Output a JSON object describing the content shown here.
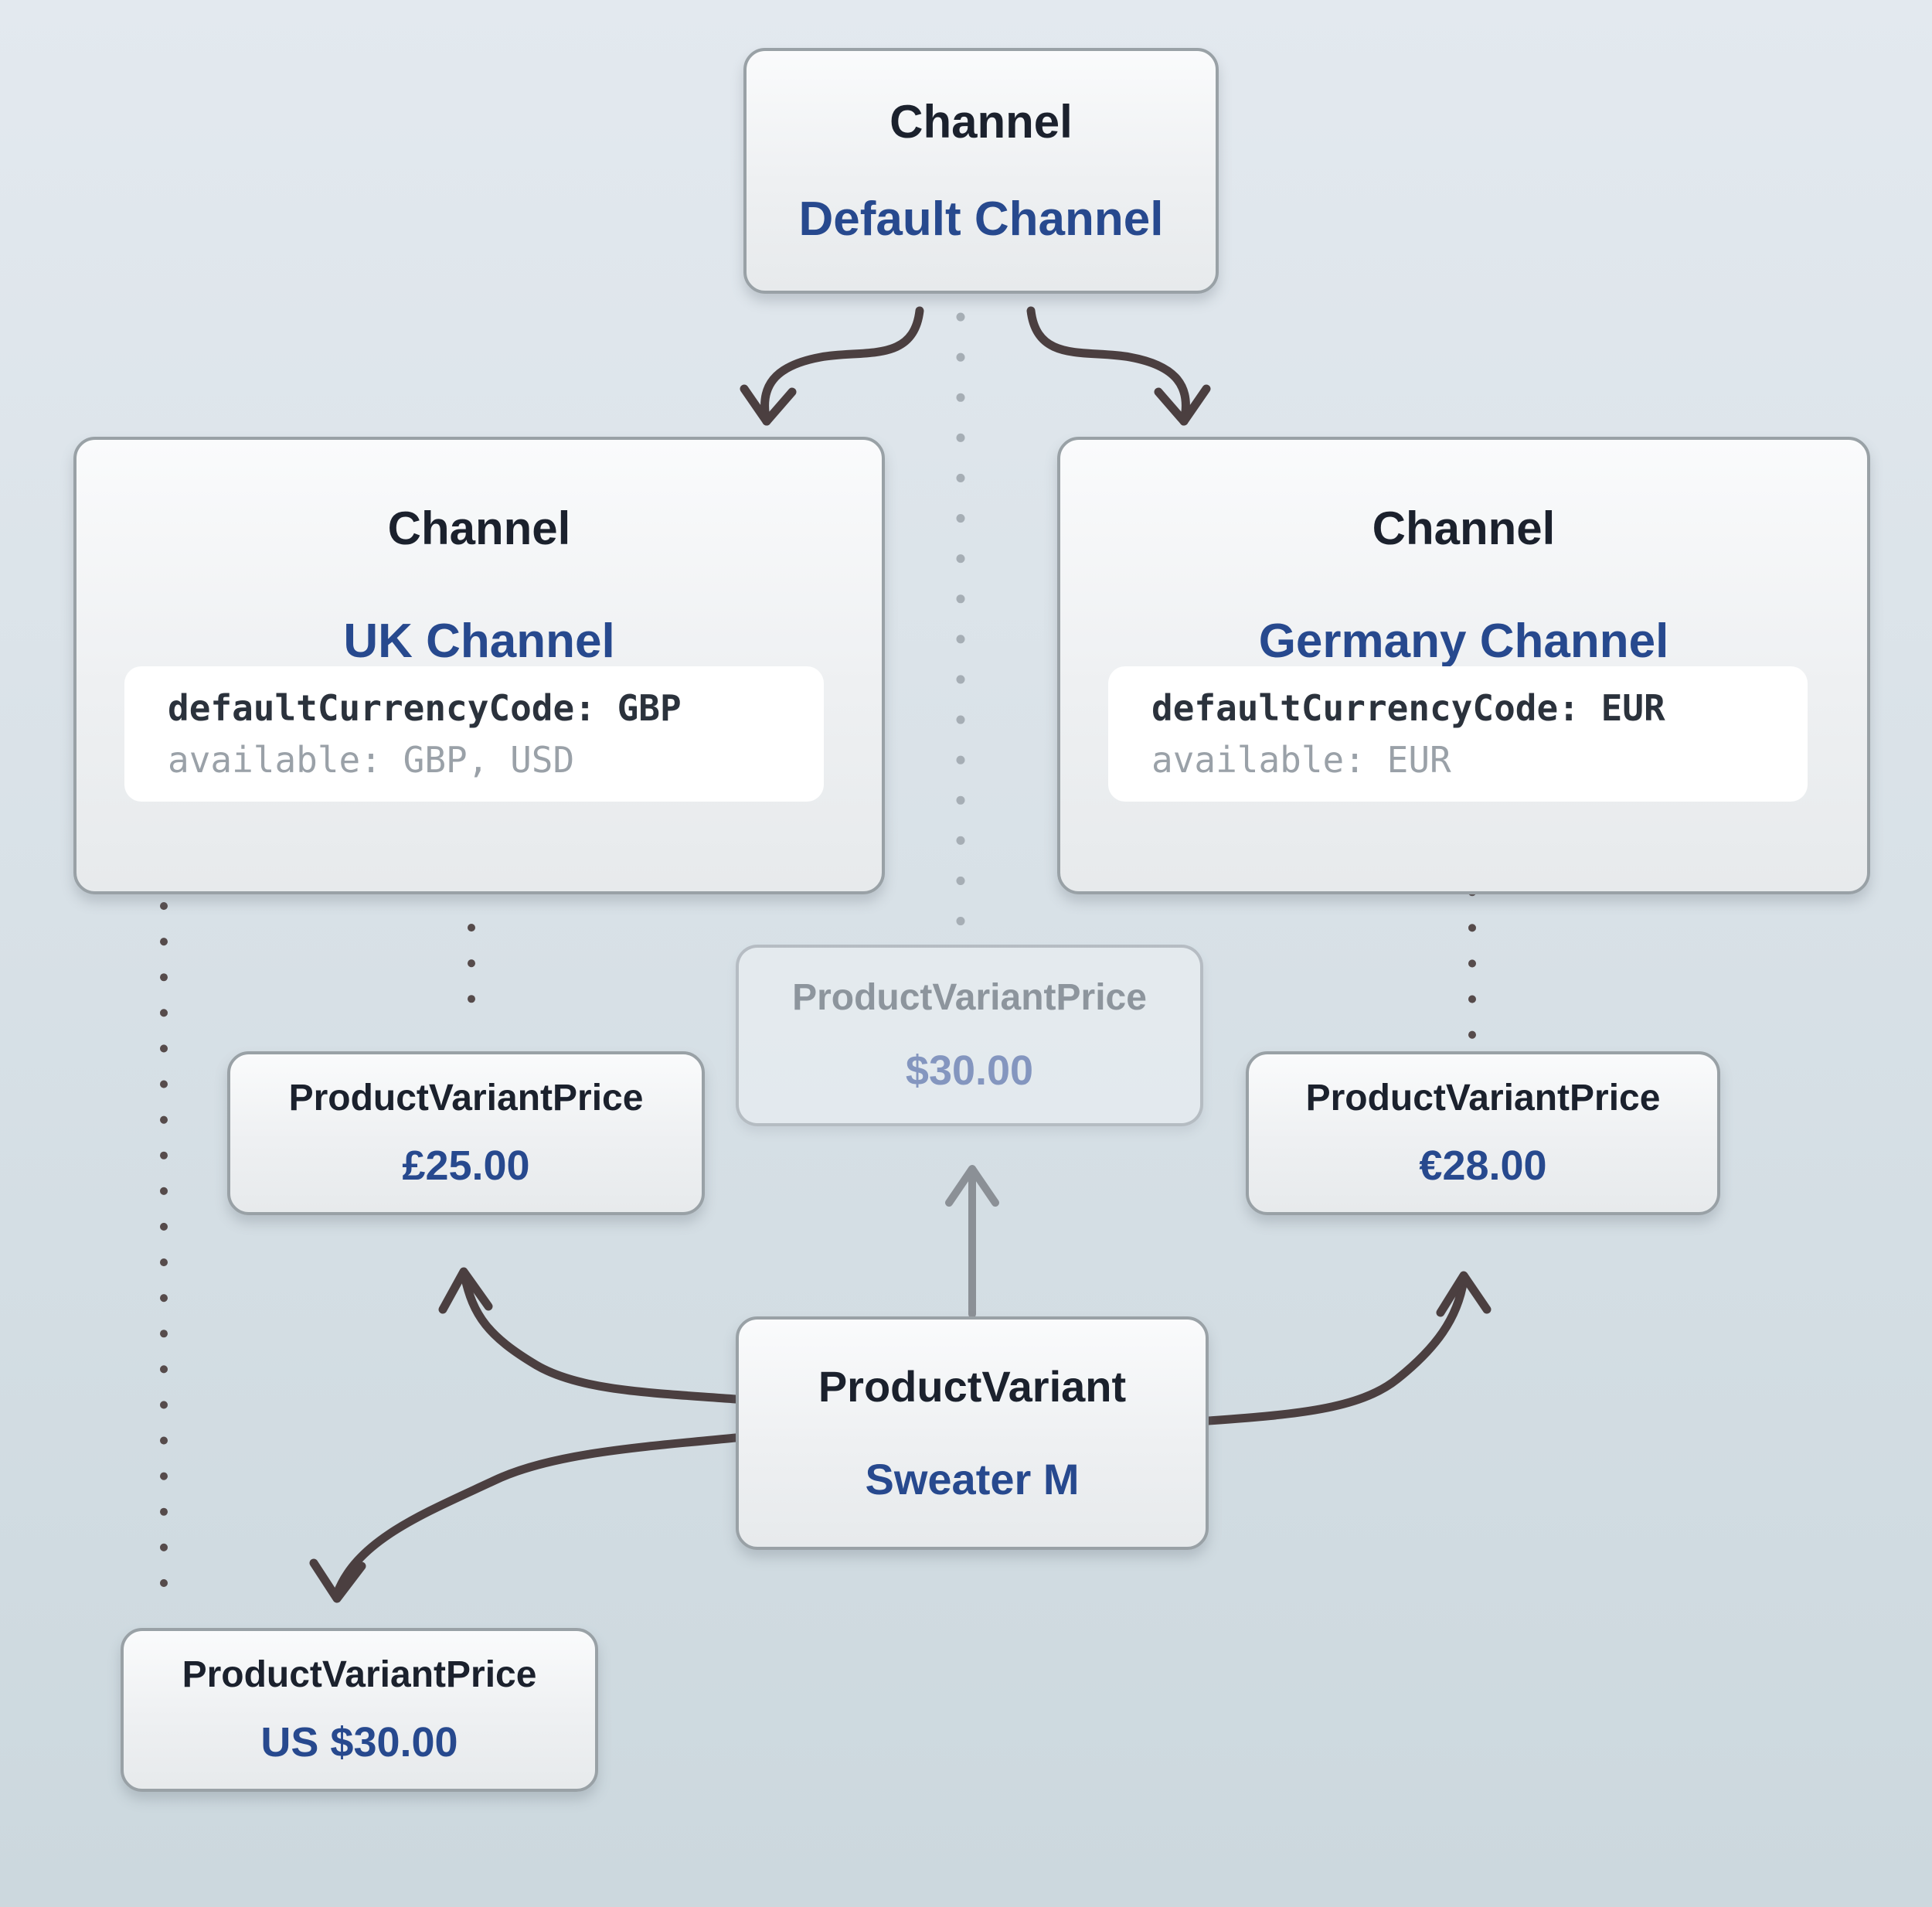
{
  "colors": {
    "accent_blue": "#27498e",
    "heading_dark": "#1b212d",
    "code_dark": "#2b323c",
    "code_gray": "#9aa1a8",
    "faded_heading": "#8d959d",
    "faded_value": "#8496bf",
    "arrow_dark": "#4b3f40",
    "arrow_gray": "#8b9096",
    "dot_light": "#a6aeb5",
    "dot_dark": "#564b4b",
    "node_border": "#99a1a6",
    "bg_top": "#e3e9ef",
    "bg_bottom": "#ccd8de"
  },
  "nodes": {
    "default_channel": {
      "type_label": "Channel",
      "name": "Default Channel"
    },
    "uk_channel": {
      "type_label": "Channel",
      "name": "UK Channel",
      "code": {
        "line1": "defaultCurrencyCode: GBP",
        "line2": "available: GBP, USD"
      }
    },
    "germany_channel": {
      "type_label": "Channel",
      "name": "Germany Channel",
      "code": {
        "line1": "defaultCurrencyCode: EUR",
        "line2": "available: EUR"
      }
    },
    "default_price": {
      "type_label": "ProductVariantPrice",
      "value": "$30.00"
    },
    "uk_price": {
      "type_label": "ProductVariantPrice",
      "value": "£25.00"
    },
    "germany_price": {
      "type_label": "ProductVariantPrice",
      "value": "€28.00"
    },
    "usd_price": {
      "type_label": "ProductVariantPrice",
      "value": "US $30.00"
    },
    "product_variant": {
      "type_label": "ProductVariant",
      "name": "Sweater M"
    }
  }
}
